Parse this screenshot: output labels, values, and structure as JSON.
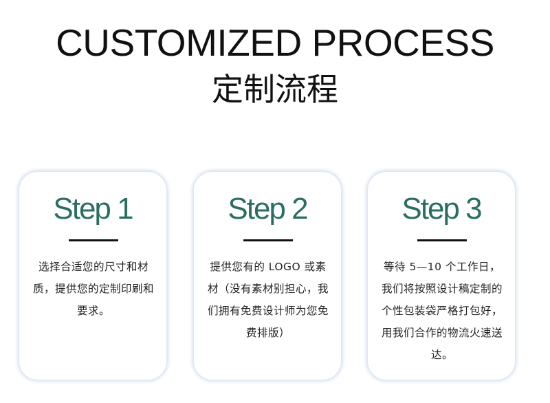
{
  "header": {
    "title_en": "CUSTOMIZED PROCESS",
    "title_cn": "定制流程"
  },
  "steps": [
    {
      "label": "Step 1",
      "description": "选择合适您的尺寸和材质，提供您的定制印刷和要求。"
    },
    {
      "label": "Step 2",
      "description": "提供您有的 LOGO 或素材（没有素材别担心，我们拥有免费设计师为您免费排版）"
    },
    {
      "label": "Step 3",
      "description": "等待 5—10 个工作日，我们将按照设计稿定制的个性包装袋严格打包好，用我们合作的物流火速送达。"
    }
  ],
  "colors": {
    "accent": "#2a6e62",
    "text": "#111111",
    "card_border": "#dfe7f1"
  }
}
